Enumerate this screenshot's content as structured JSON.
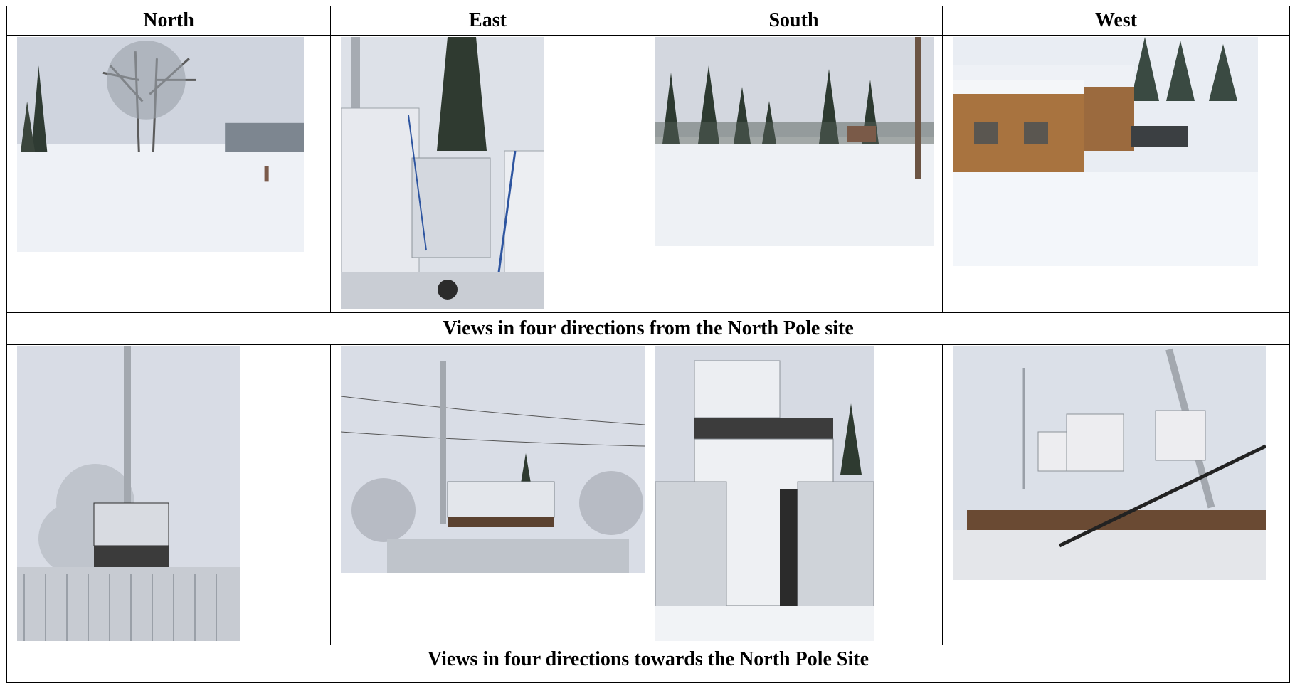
{
  "columns": [
    "North",
    "East",
    "South",
    "West"
  ],
  "captions": {
    "from_site": "Views in four directions from the North Pole site",
    "towards_site": "Views in four directions towards the North Pole Site"
  },
  "photos": {
    "row1": [
      "north-view-photo",
      "east-view-photo",
      "south-view-photo",
      "west-view-photo"
    ],
    "row2": [
      "north-towards-photo",
      "east-towards-photo",
      "south-towards-photo",
      "west-towards-photo"
    ]
  },
  "colors": {
    "sky": "#d9dde6",
    "snow": "#f3f5f9",
    "tree": "#2e3a30",
    "caption_blue": "#2f5597"
  }
}
